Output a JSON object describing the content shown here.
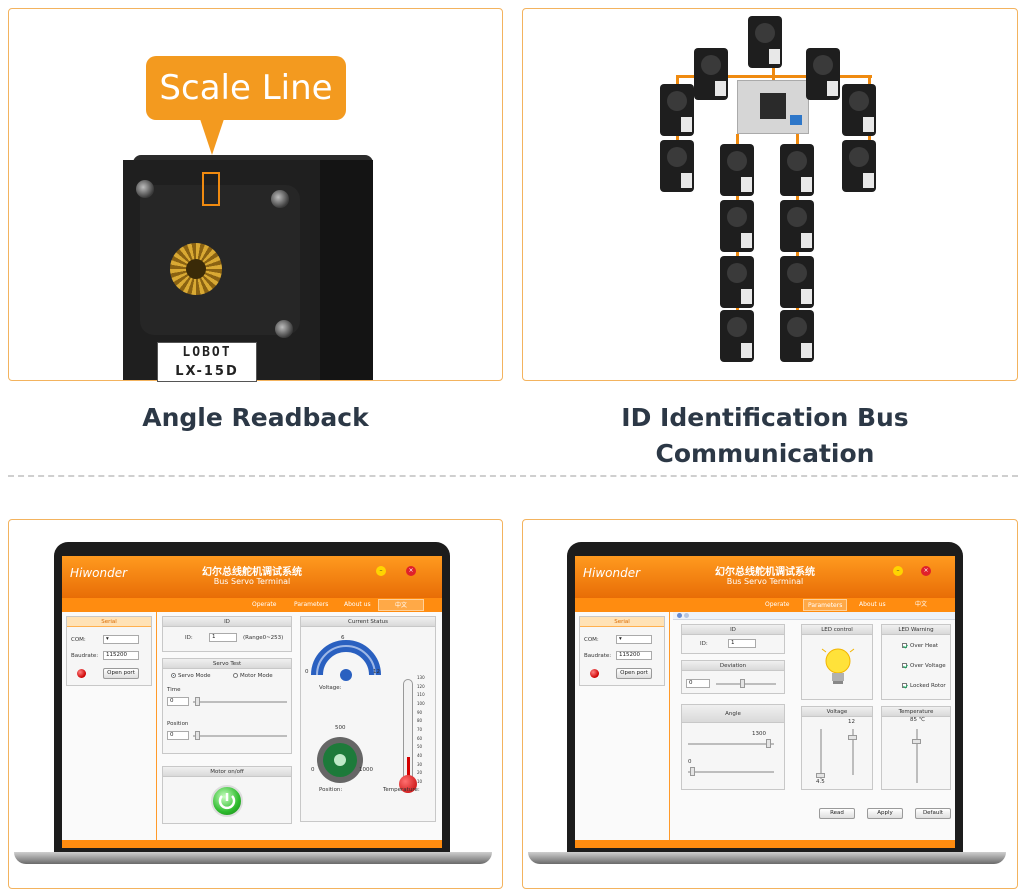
{
  "captions": {
    "angle_readback": "Angle Readback",
    "bus_communication": "ID Identification Bus Communication"
  },
  "servo_photo": {
    "callout": "Scale Line",
    "brand": "LOBOT",
    "model": "LX-15D"
  },
  "app_common": {
    "logo": "Hiwonder",
    "title_cn": "幻尔总线舵机调试系统",
    "title_en": "Bus Servo Terminal",
    "nav": [
      "Operate",
      "Parameters",
      "About us",
      "中文"
    ],
    "serial": {
      "title": "Serial",
      "com_label": "COM:",
      "baud_label": "Baudrate:",
      "baud_value": "115200",
      "open_button": "Open port"
    }
  },
  "app_operate": {
    "active_nav": "中文",
    "id_panel": {
      "title": "ID",
      "label": "ID:",
      "value": "1",
      "range": "(Range0~253)"
    },
    "servo_test": {
      "title": "Servo Test",
      "servo_mode": "Servo Mode",
      "motor_mode": "Motor Mode",
      "time_label": "Time",
      "time_value": "0",
      "position_label": "Position",
      "position_value": "0"
    },
    "motor_panel": {
      "title": "Motor on/off"
    },
    "status": {
      "title": "Current Status",
      "voltage_label": "Voltage:",
      "voltage_min": "0",
      "voltage_mid": "6",
      "voltage_max": "12",
      "position_label": "Position:",
      "position_min": "0",
      "position_mid": "500",
      "position_max": "1000",
      "temperature_label": "Temperature:",
      "temp_scale": [
        "130",
        "120",
        "110",
        "100",
        "90",
        "80",
        "70",
        "60",
        "50",
        "40",
        "30",
        "20",
        "10"
      ]
    }
  },
  "app_params": {
    "active_nav": "Parameters",
    "id_panel": {
      "title": "ID",
      "label": "ID:",
      "value": "1"
    },
    "deviation": {
      "title": "Deviation",
      "value": "0"
    },
    "angle": {
      "title": "Angle",
      "max_value": "1300",
      "min_value": "0"
    },
    "led_control": {
      "title": "LED control"
    },
    "led_warning": {
      "title": "LED Warning",
      "over_heat": "Over Heat",
      "over_voltage": "Over Voltage",
      "locked_rotor": "Locked Rotor"
    },
    "voltage": {
      "title": "Voltage",
      "max": "12",
      "min": "4.5"
    },
    "temperature": {
      "title": "Temperature",
      "value": "85 ℃"
    },
    "buttons": {
      "read": "Read",
      "apply": "Apply",
      "default": "Default"
    }
  },
  "colors": {
    "accent": "#f39a1f",
    "border": "#f3b35e",
    "heading": "#2c3846"
  }
}
